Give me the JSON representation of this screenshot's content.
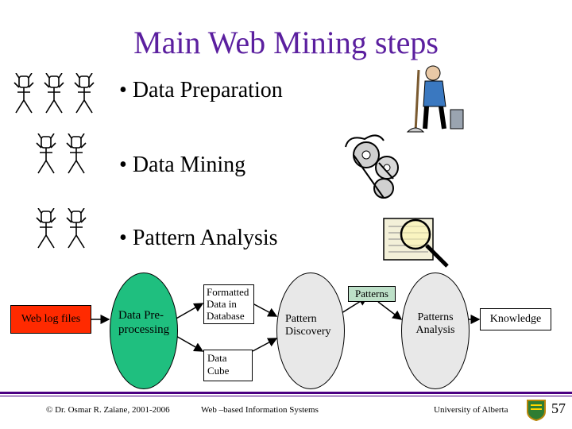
{
  "title": "Main Web Mining steps",
  "bullets": [
    "Data Preparation",
    "Data Mining",
    "Pattern Analysis"
  ],
  "flow": {
    "web_log_files": "Web log files",
    "preprocessing": "Data Pre-processing",
    "formatted_db": "Formatted Data in Database",
    "data_cube": "Data Cube",
    "pattern_discovery": "Pattern Discovery",
    "patterns": "Patterns",
    "patterns_analysis": "Patterns Analysis",
    "knowledge": "Knowledge"
  },
  "footer": {
    "copyright": "© Dr. Osmar R. Zaïane, 2001-2006",
    "course": "Web –based Information Systems",
    "university": "University of Alberta",
    "slide_number": "57"
  },
  "colors": {
    "title": "#5b1f9f",
    "web_log_box": "#ff2a00",
    "preprocessing_oval": "#1fbf7f",
    "oval_gray": "#e8e8e8",
    "footer_band": "#4b0082"
  }
}
